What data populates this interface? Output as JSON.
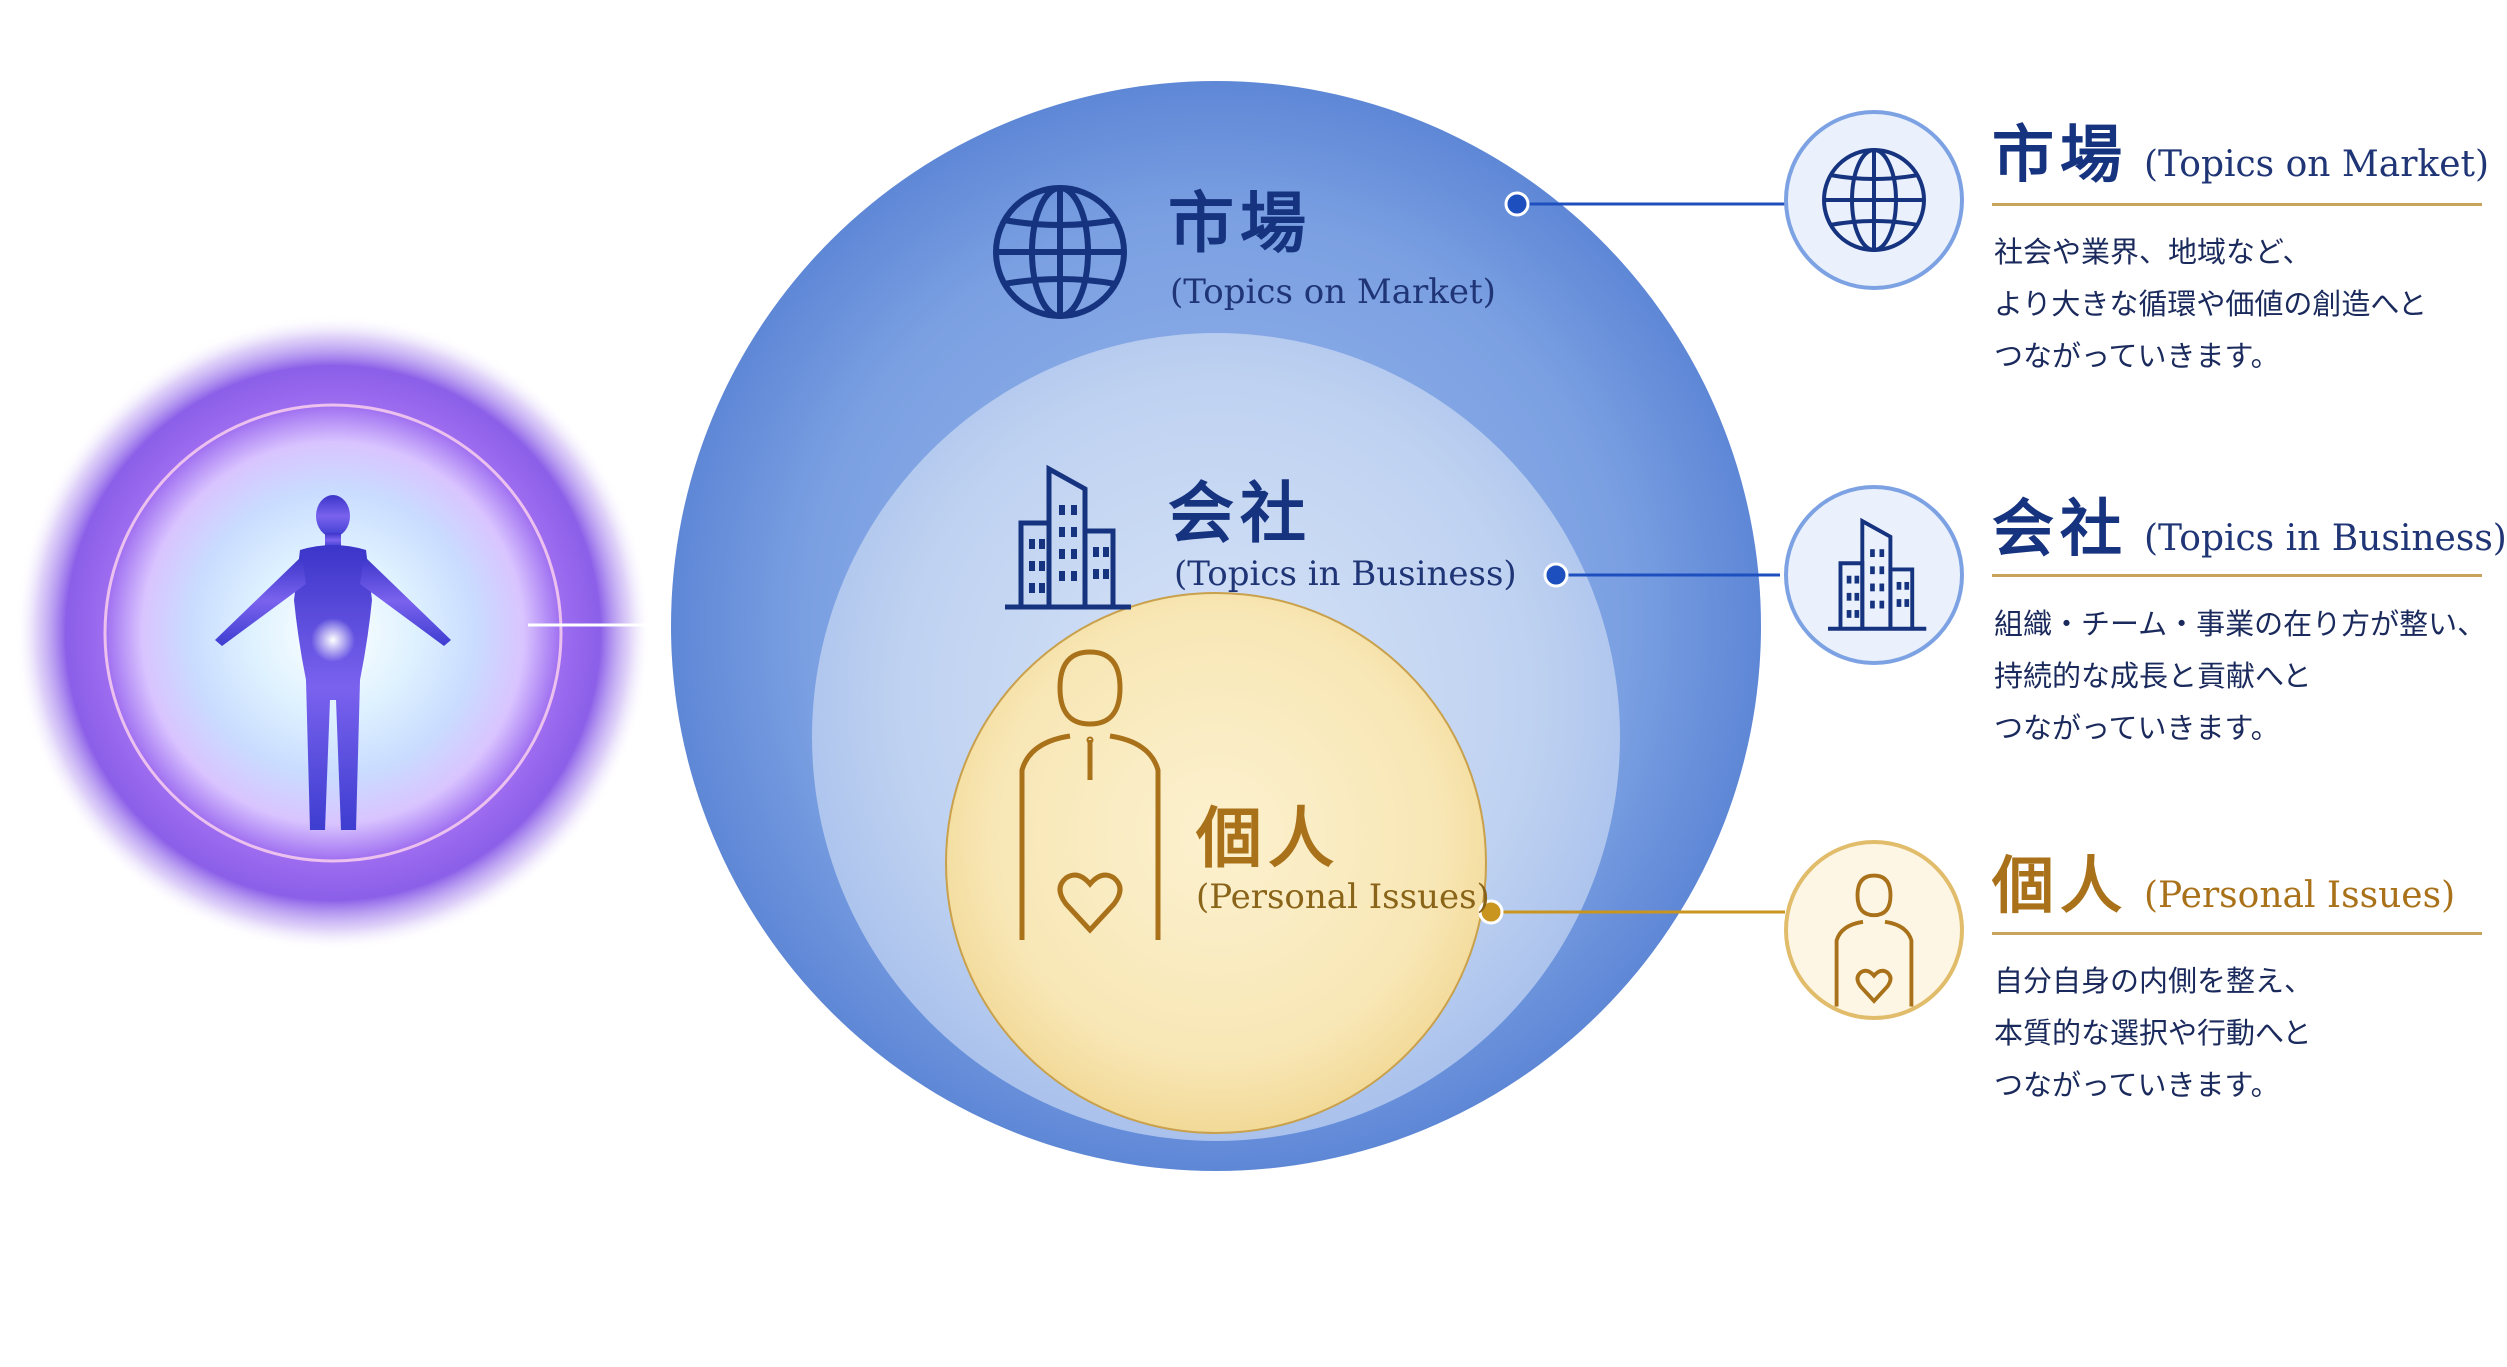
{
  "colors": {
    "navy": "#16337f",
    "gold": "#a9721a",
    "gold_rule": "#c8a35c",
    "outer_circle": "#6f97de",
    "middle_circle": "#b4cbee",
    "inner_circle": "#f8e6b2",
    "aura_purple": "#8b5fe8"
  },
  "figure": {
    "icon": "human-figure-aura-icon"
  },
  "rings": {
    "market": {
      "jp": "市場",
      "en": "(Topics on Market)",
      "icon": "globe-icon"
    },
    "business": {
      "jp": "会社",
      "en": "(Topics in Business)",
      "icon": "building-icon"
    },
    "personal": {
      "jp": "個人",
      "en": "(Personal Issues)",
      "icon": "person-heart-icon"
    }
  },
  "panels": [
    {
      "id": "market",
      "jp": "市場",
      "en": "(Topics on Market)",
      "icon": "globe-icon",
      "desc": [
        "社会や業界、地域など、",
        "より大きな循環や価値の創造へと",
        "つながっていきます。"
      ]
    },
    {
      "id": "business",
      "jp": "会社",
      "en": "(Topics in Business)",
      "icon": "building-icon",
      "desc": [
        "組織・チーム・事業の在り方が整い、",
        "持続的な成長と貢献へと",
        "つながっていきます。"
      ]
    },
    {
      "id": "personal",
      "jp": "個人",
      "en": "(Personal Issues)",
      "icon": "person-heart-icon",
      "desc": [
        "自分自身の内側を整え、",
        "本質的な選択や行動へと",
        "つながっていきます。"
      ]
    }
  ]
}
